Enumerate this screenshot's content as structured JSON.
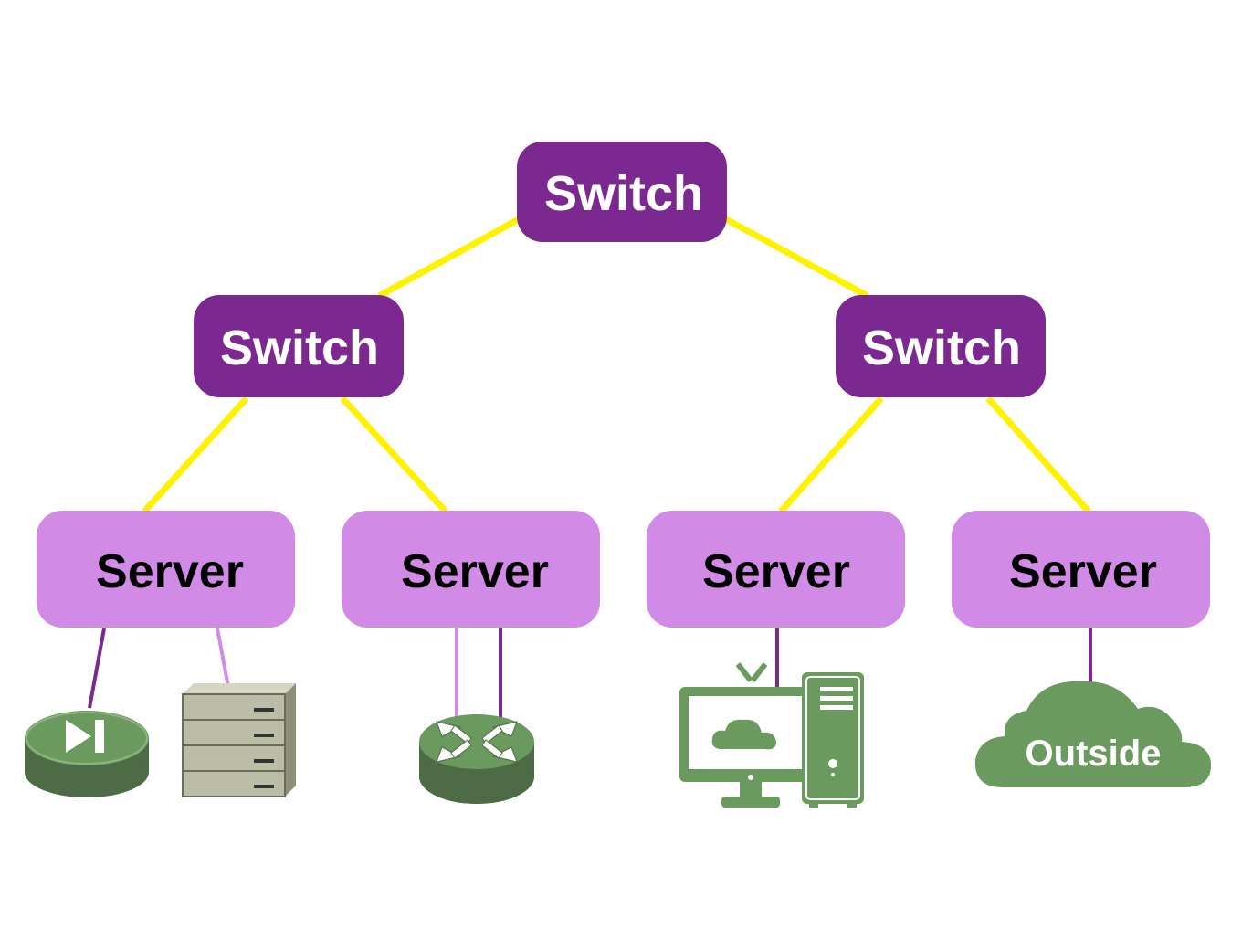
{
  "colors": {
    "switch_fill": "#7b2891",
    "server_fill": "#d18be6",
    "link_yellow": "#fff200",
    "link_dark_purple": "#7b2891",
    "link_light_purple": "#d18be6",
    "device_green": "#6a9a5e",
    "device_green_dark": "#4d6b45",
    "storage_beige": "#bcbda6"
  },
  "switches": [
    {
      "label": "Switch"
    },
    {
      "label": "Switch"
    },
    {
      "label": "Switch"
    }
  ],
  "servers": [
    {
      "label": "Server"
    },
    {
      "label": "Server"
    },
    {
      "label": "Server"
    },
    {
      "label": "Server"
    }
  ],
  "devices": [
    {
      "icon": "media-player-icon"
    },
    {
      "icon": "storage-rack-icon"
    },
    {
      "icon": "router-icon"
    },
    {
      "icon": "tv-computer-icon"
    },
    {
      "icon": "cloud-icon",
      "label": "Outside"
    }
  ]
}
